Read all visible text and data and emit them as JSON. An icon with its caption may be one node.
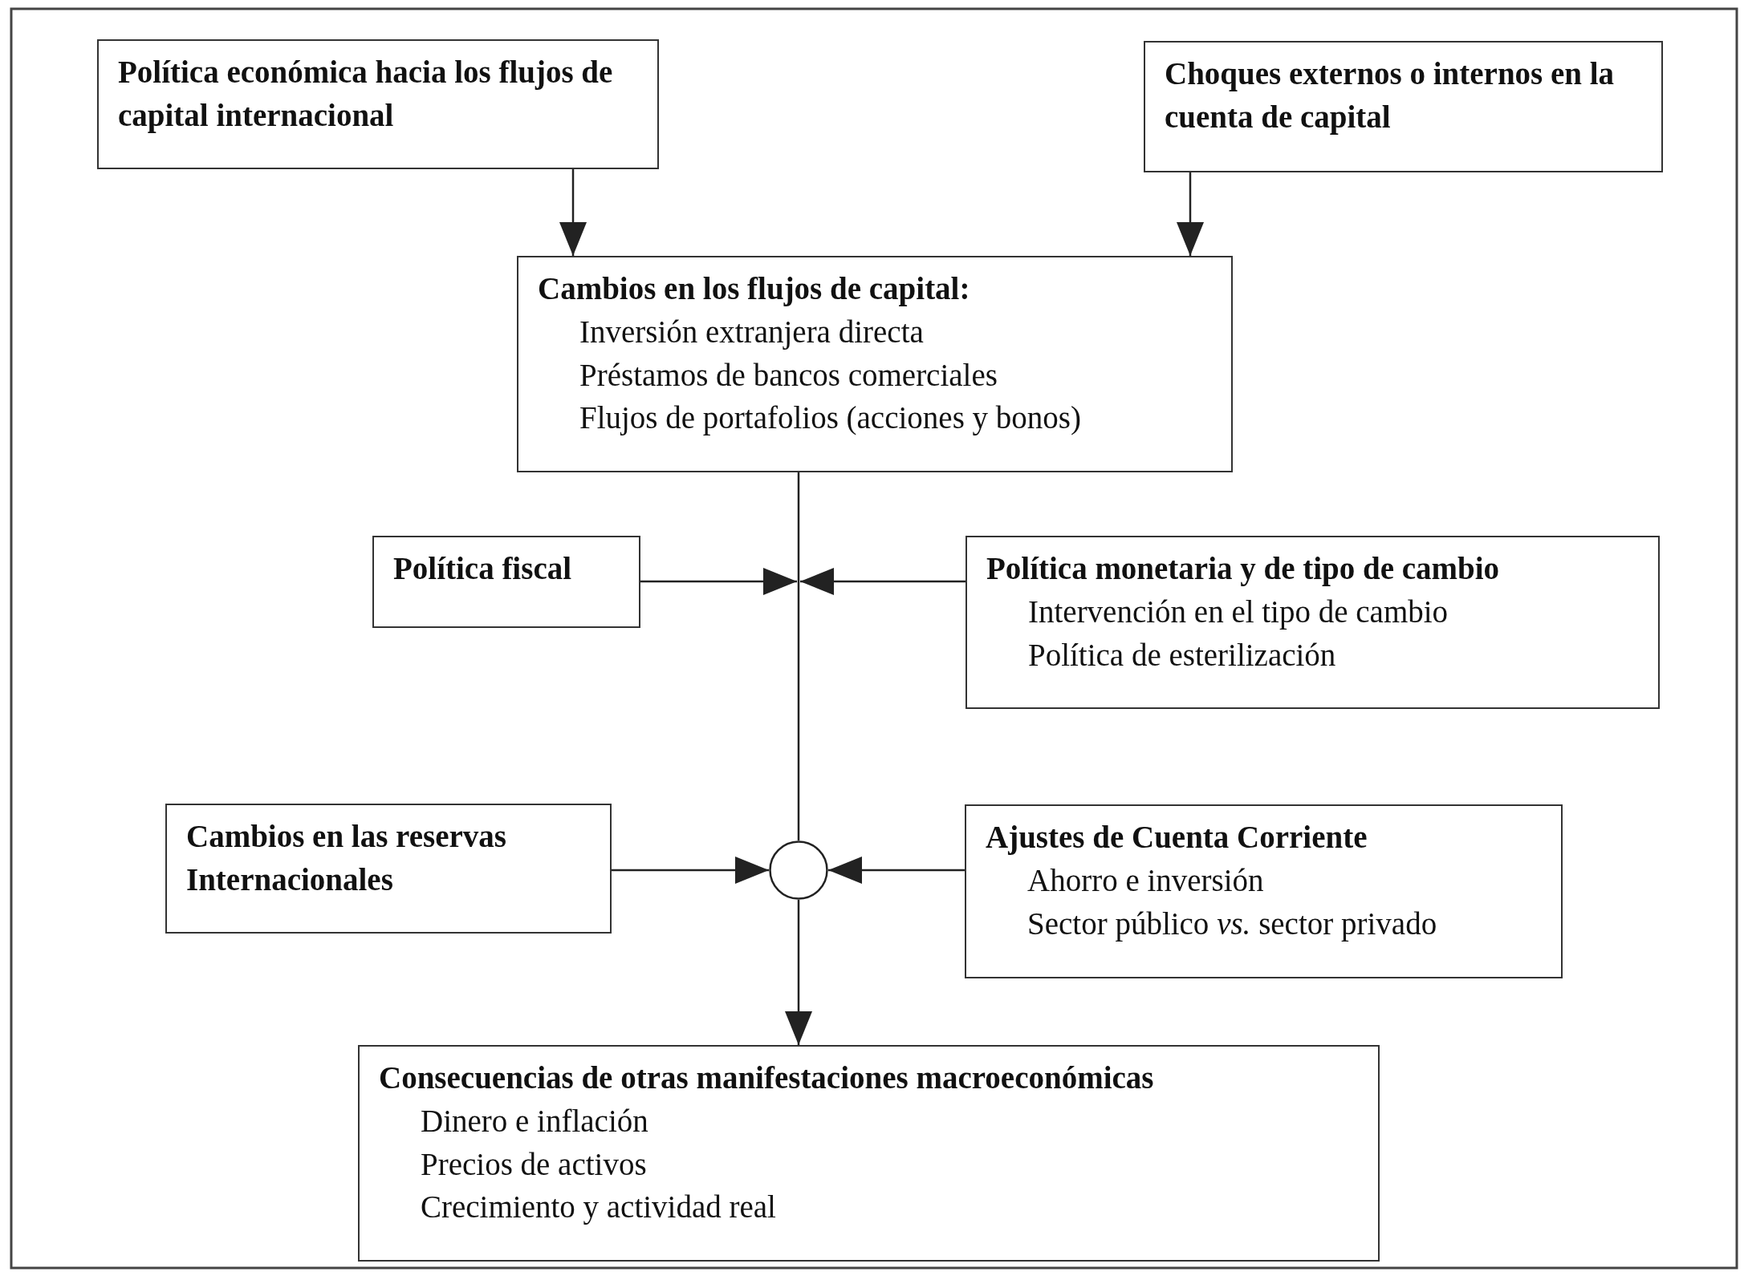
{
  "diagram": {
    "nodes": [
      {
        "text": [
          "Política económica hacia los flujos de capital internacional"
        ]
      },
      {
        "text": [
          "Choques externos o internos en la cuenta de capital"
        ]
      },
      {
        "text": [
          "Cambios en los flujos de capital:",
          "Inversión extranjera directa",
          "Préstamos de bancos comerciales",
          "Flujos de portafolios (acciones y bonos)"
        ]
      },
      {
        "text": [
          "Política fiscal"
        ]
      },
      {
        "text": [
          "Política monetaria y de tipo de cambio",
          "Intervención en el tipo de cambio",
          "Política de esterilización"
        ]
      },
      {
        "text": [
          "Cambios en las reservas Internacionales"
        ]
      },
      {
        "text": [],
        "shape": "circle"
      },
      {
        "text": [
          "Ajustes de Cuenta Corriente",
          "Ahorro e inversión",
          "Sector público *vs.* sector privado"
        ]
      },
      {
        "text": [
          "Consecuencias de otras manifestaciones macroeconómicas",
          "Dinero e inflación",
          "Precios de activos",
          "Crecimiento y actividad real"
        ]
      }
    ],
    "edges": [
      {
        "from": 0,
        "to": 2,
        "arrow": "to"
      },
      {
        "from": 1,
        "to": 2,
        "arrow": "to"
      },
      {
        "from": 2,
        "to": 6,
        "arrow": "none"
      },
      {
        "from": 3,
        "to": null,
        "arrow": "to"
      },
      {
        "from": 4,
        "to": null,
        "arrow": "to"
      },
      {
        "from": 5,
        "to": 6,
        "arrow": "to"
      },
      {
        "from": 7,
        "to": 6,
        "arrow": "to"
      },
      {
        "from": 6,
        "to": 8,
        "arrow": "to"
      }
    ]
  }
}
